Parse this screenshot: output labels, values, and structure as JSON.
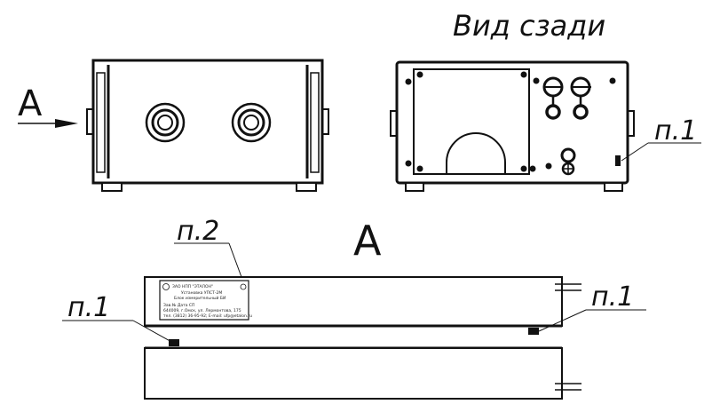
{
  "labels": {
    "rear_view": "Вид сзади",
    "view_a_arrow": "А",
    "view_a_title": "А",
    "callout_n1_rear": "п.1",
    "callout_n2": "п.2",
    "callout_n1_left": "п.1",
    "callout_n1_right": "п.1"
  },
  "nameplate": {
    "line1": "ЗАО НПП \"ЭТАЛОН\"",
    "line2": "Установка УПСТ-2М",
    "line3": "Блок измерительный БИ",
    "line4": "Зав.№               Дата               СП",
    "line5": "644009, г.Омск, ул. Лермонтова, 175",
    "line6": "тел. (3812) 36-95-92; E-mail: ufp@etalon.ru"
  },
  "colors": {
    "line": "#111111",
    "background": "#ffffff"
  }
}
